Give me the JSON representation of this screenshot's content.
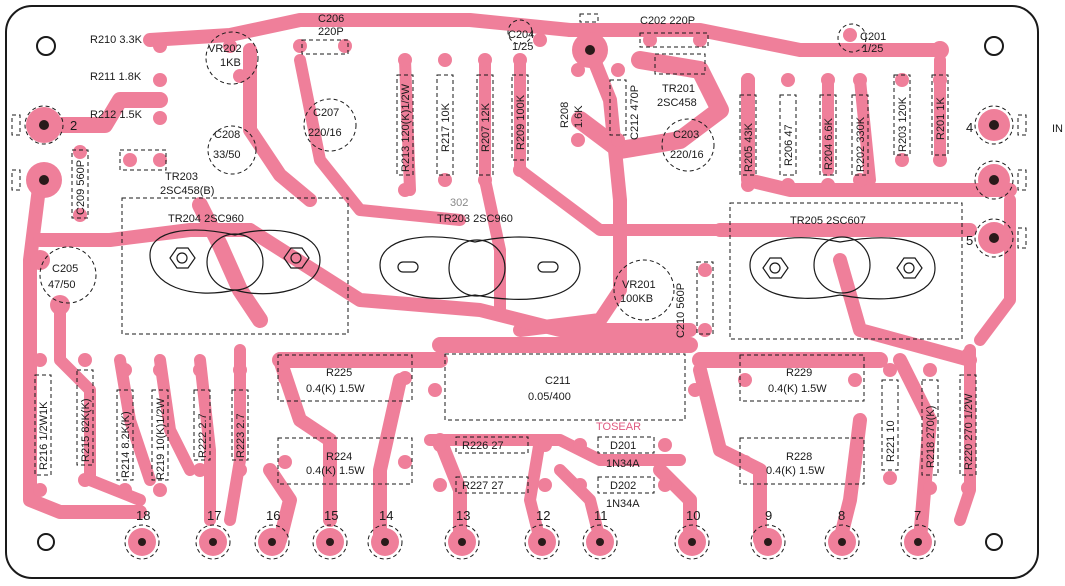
{
  "colors": {
    "copper": "#ef7f9a",
    "ink": "#1a1a1a",
    "board": "#ffffff"
  },
  "components": {
    "r210": "R210  3.3K",
    "r211": "R211  1.8K",
    "r212": "R212  1.5K",
    "vr202": "VR202",
    "vr202_val": "1KB",
    "c208": "C208",
    "c208_val": "33/50",
    "c206": "C206",
    "c206_val": "220P",
    "c207": "C207",
    "c207_val": "220/16",
    "r213": "R213 120(K)1/2W",
    "r217": "R217 10K",
    "r207": "R207 12K",
    "r209": "R209 100K",
    "c204": "C204",
    "c204_val": "1/25",
    "r208": "R208",
    "r208_val": "1.6K",
    "c212": "C212 470P",
    "c202": "C202 220P",
    "tr201": "TR201",
    "tr201_type": "2SC458",
    "c201": "C201",
    "c201_val": "1/25",
    "c203": "C203",
    "c203_val": "220/16",
    "r205": "R205 43K",
    "r206": "R206 47",
    "r204": "R204 6.6K",
    "r202": "R202 330K",
    "r203": "R203 120K",
    "r201": "R201  1K",
    "tr203b": "TR203",
    "tr203b_type": "2SC458(B)",
    "c209": "C209  560P",
    "tr204": "TR204  2SC960",
    "tr203": "TR203  2SC960",
    "tr205": "TR205     2SC607",
    "c205": "C205",
    "c205_val": "47/50",
    "vr201": "VR201",
    "vr201_val": "100KB",
    "c210": "C210  560P",
    "r216": "R216 1/2W1K",
    "r215": "R215 82K(K)",
    "r214": "R214 8.2K(K)",
    "r219": "R219 10(K)1/2W",
    "r222": "R222 2.7",
    "r223": "R223 2.7",
    "r225": "R225",
    "r225_val": "0.4(K) 1.5W",
    "r224": "R224",
    "r224_val": "0.4(K) 1.5W",
    "c211": "C211",
    "c211_val": "0.05/400",
    "r229": "R229",
    "r229_val": "0.4(K) 1.5W",
    "r228": "R228",
    "r228_val": "0.4(K) 1.5W",
    "r226": "R226    27",
    "r227": "R227    27",
    "d201": "D201",
    "d201_val": "1N34A",
    "d202": "D202",
    "d202_val": "1N34A",
    "r221": "R221  10",
    "r218": "R218  270(K)",
    "r220": "R220 270 1/2W",
    "pencil": "302",
    "stamp": "TOSEAR",
    "edge_label": "IN"
  },
  "terminals": {
    "t2": "2",
    "t4": "4",
    "t5": "5",
    "t7": "7",
    "t8": "8",
    "t9": "9",
    "t10": "10",
    "t11": "11",
    "t12": "12",
    "t13": "13",
    "t14": "14",
    "t15": "15",
    "t16": "16",
    "t17": "17",
    "t18": "18"
  }
}
